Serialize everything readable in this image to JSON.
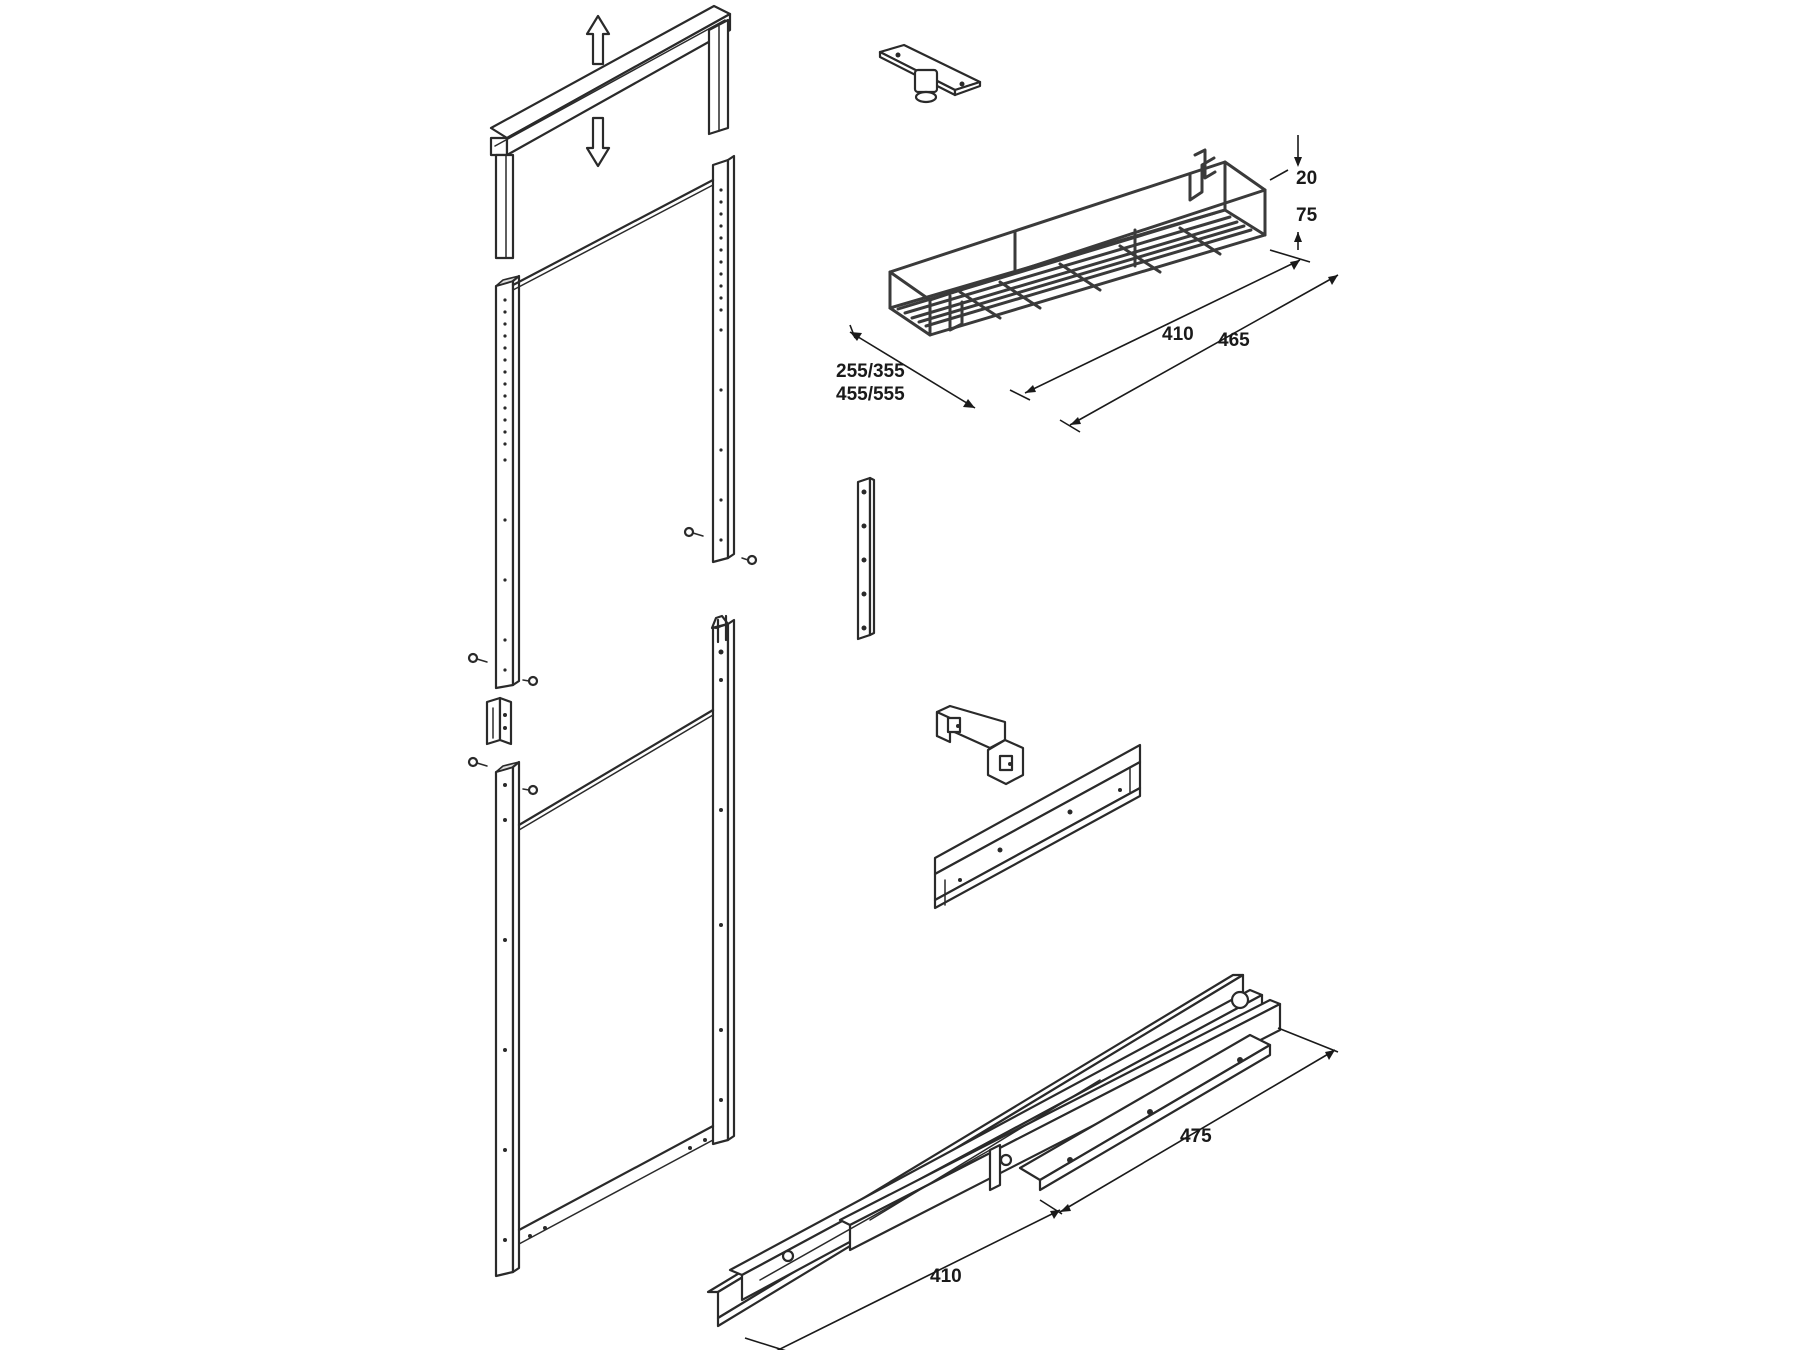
{
  "colors": {
    "line": "#2a2a2a",
    "background": "#ffffff"
  },
  "dimensions": {
    "basket_height_small": "20",
    "basket_height": "75",
    "basket_depth_inner": "410",
    "basket_depth_outer": "465",
    "basket_widths_line1": "255/355",
    "basket_widths_line2": "455/555",
    "runner_length_outer": "475",
    "runner_length_inner": "410"
  }
}
